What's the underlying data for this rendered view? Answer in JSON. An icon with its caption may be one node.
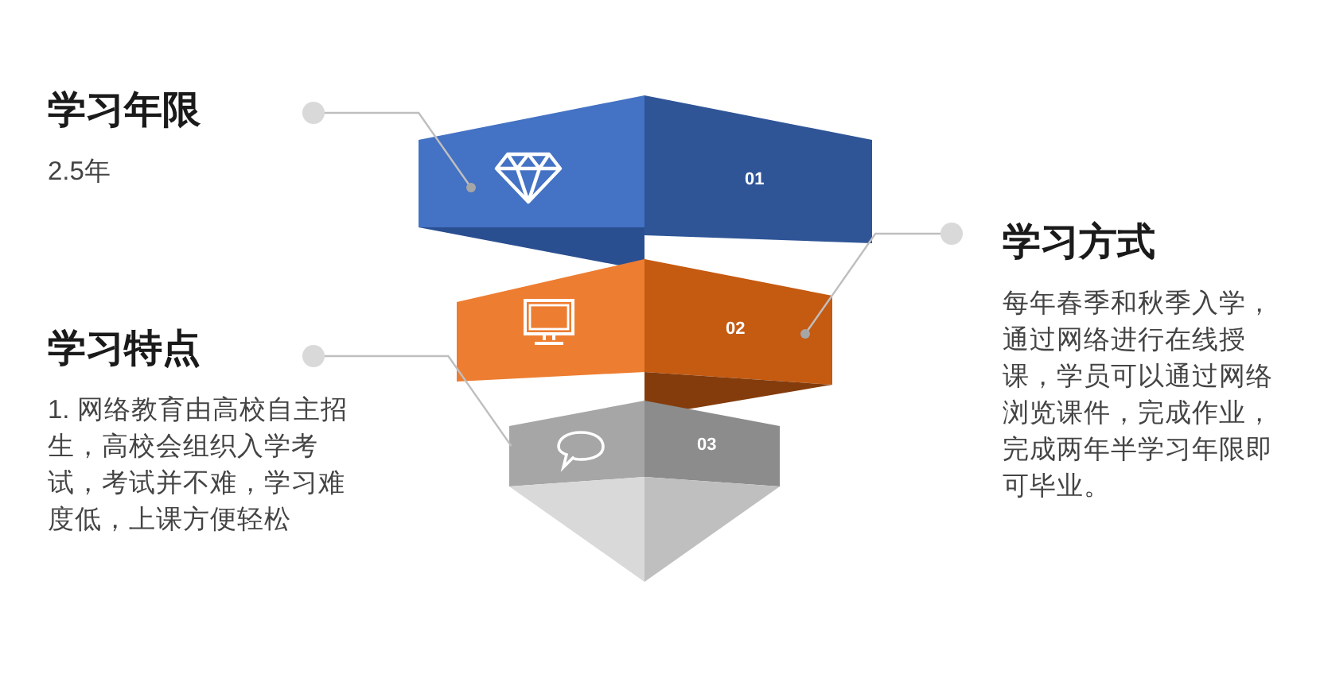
{
  "diagram": {
    "nodes": [
      {
        "text": [
          "学习年限",
          "2.5年"
        ]
      },
      {
        "text": [
          "01"
        ]
      },
      {
        "text": [
          "学习方式",
          "每年春季和秋季入学，通过网络进行在线授课，学员可以通过网络浏览课件，完成作业，完成两年半学习年限即可毕业。"
        ]
      },
      {
        "text": [
          "02"
        ]
      },
      {
        "text": [
          "学习特点",
          "1. 网络教育由高校自主招生，高校会组织入学考试，考试并不难，学习难度低，上课方便轻松"
        ]
      },
      {
        "text": [
          "03"
        ]
      }
    ],
    "edges": [
      {
        "from": 0,
        "to": 1,
        "arrow": "other"
      },
      {
        "from": 2,
        "to": 3,
        "arrow": "other"
      },
      {
        "from": 4,
        "to": 5,
        "arrow": "other"
      }
    ]
  }
}
